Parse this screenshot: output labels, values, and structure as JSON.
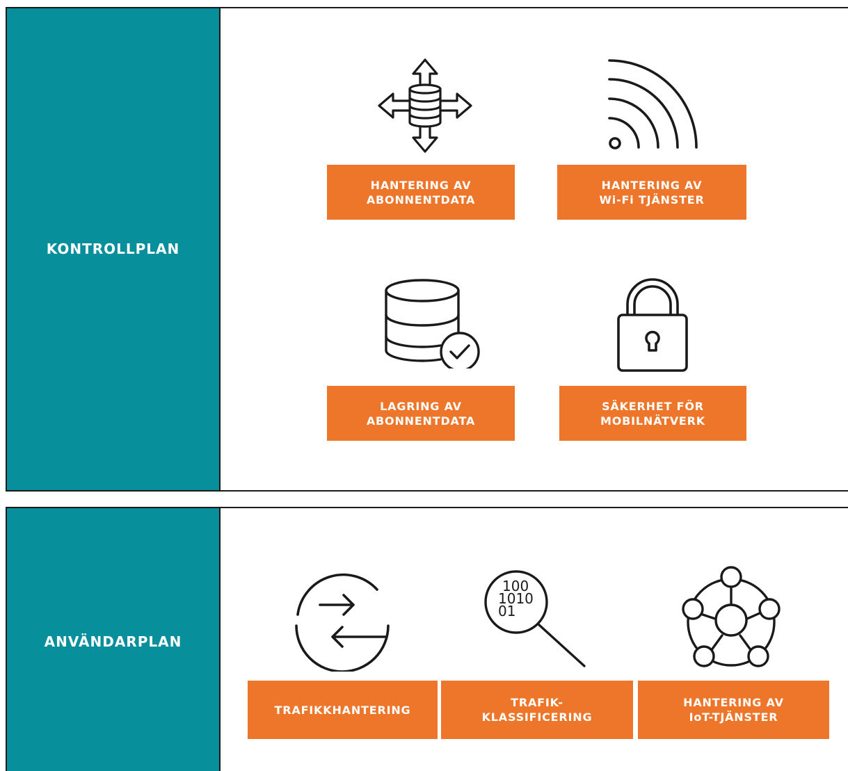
{
  "control_plane": {
    "title": "KONTROLLPLAN",
    "items": [
      {
        "line1": "HANTERING AV",
        "line2": "ABONNENTDATA",
        "icon": "database-arrows-icon"
      },
      {
        "line1": "HANTERING AV",
        "line2": "Wi-Fi TJÄNSTER",
        "icon": "wifi-signal-icon"
      },
      {
        "line1": "LAGRING AV",
        "line2": "ABONNENTDATA",
        "icon": "database-check-icon"
      },
      {
        "line1": "SÄKERHET FÖR",
        "line2": "MOBILNÄTVERK",
        "icon": "padlock-icon"
      }
    ]
  },
  "user_plane": {
    "title": "ANVÄNDARPLAN",
    "items": [
      {
        "line1": "TRAFIKKHANTERING",
        "icon": "circular-exchange-arrows-icon"
      },
      {
        "line1": "TRAFIK-",
        "line2": "KLASSIFICERING",
        "icon": "binary-magnifier-icon",
        "binary": [
          "100",
          "1010",
          "01"
        ]
      },
      {
        "line1": "HANTERING AV",
        "line2": "IoT-TJÄNSTER",
        "icon": "network-nodes-icon"
      }
    ]
  },
  "colors": {
    "sidebar": "#078f9c",
    "label": "#ed762b",
    "stroke": "#1a1a1a"
  }
}
